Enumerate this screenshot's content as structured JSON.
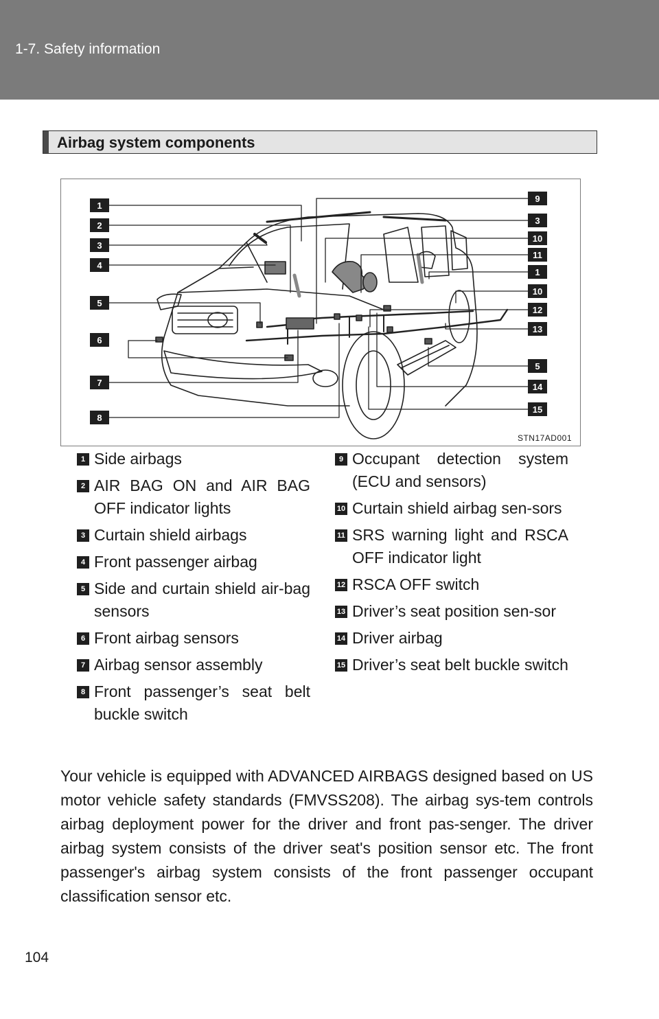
{
  "header": {
    "section": "1-7. Safety information"
  },
  "section_title": "Airbag system components",
  "figure": {
    "code": "STN17AD001",
    "left_tags": [
      "1",
      "2",
      "3",
      "4",
      "5",
      "6",
      "7",
      "8"
    ],
    "right_tags": [
      "9",
      "3",
      "10",
      "11",
      "1",
      "10",
      "12",
      "13",
      "5",
      "14",
      "15"
    ]
  },
  "legend_left": [
    {
      "n": "1",
      "text": "Side airbags"
    },
    {
      "n": "2",
      "text": "AIR BAG ON and AIR BAG OFF indicator lights"
    },
    {
      "n": "3",
      "text": "Curtain shield airbags"
    },
    {
      "n": "4",
      "text": "Front passenger airbag"
    },
    {
      "n": "5",
      "text": "Side and curtain shield air-bag sensors"
    },
    {
      "n": "6",
      "text": "Front airbag sensors"
    },
    {
      "n": "7",
      "text": "Airbag sensor assembly"
    },
    {
      "n": "8",
      "text": "Front passenger’s seat belt buckle switch"
    }
  ],
  "legend_right": [
    {
      "n": "9",
      "text": "Occupant detection system (ECU and sensors)"
    },
    {
      "n": "10",
      "text": "Curtain shield airbag sen-sors"
    },
    {
      "n": "11",
      "text": "SRS warning light and RSCA OFF indicator light"
    },
    {
      "n": "12",
      "text": "RSCA OFF switch"
    },
    {
      "n": "13",
      "text": "Driver’s seat position sen-sor"
    },
    {
      "n": "14",
      "text": "Driver airbag"
    },
    {
      "n": "15",
      "text": "Driver’s seat belt buckle switch"
    }
  ],
  "body_text": "Your vehicle is equipped with ADVANCED AIRBAGS designed based on US motor vehicle safety standards (FMVSS208). The airbag sys-tem controls airbag deployment power for the driver and front pas-senger. The driver airbag system consists of the driver seat's position sensor etc. The front passenger's airbag system consists of the front passenger occupant classification sensor etc.",
  "page_number": "104"
}
